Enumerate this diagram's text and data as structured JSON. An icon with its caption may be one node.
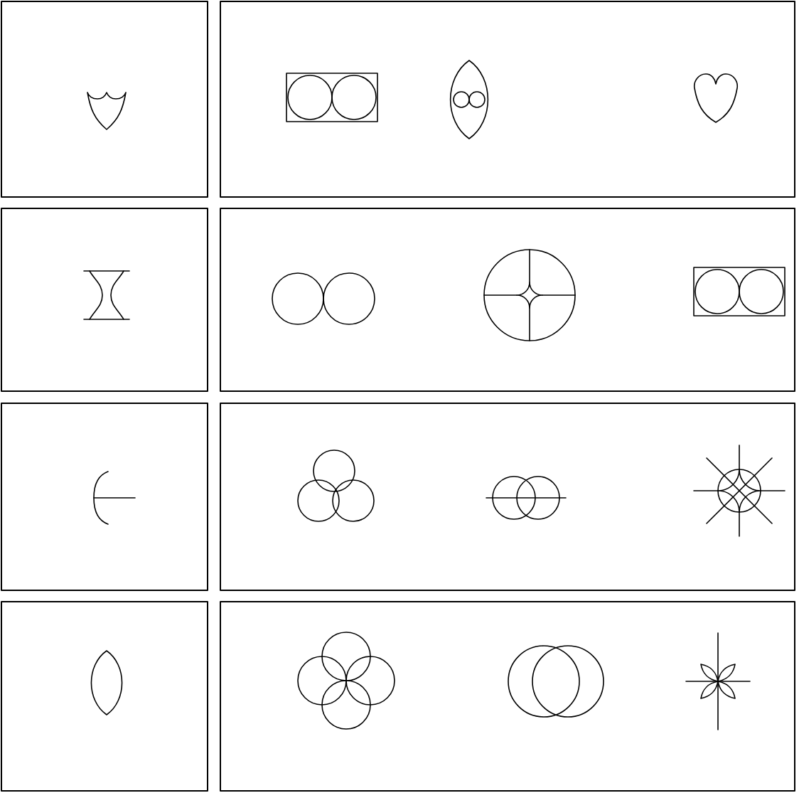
{
  "diagram": {
    "nodes": [
      {
        "text": [],
        "shape": "box"
      },
      {
        "text": [],
        "shape": "shield",
        "in": 0
      },
      {
        "text": [],
        "shape": "box"
      },
      {
        "text": [],
        "shape": "boxed-circles",
        "in": 2
      },
      {
        "text": [],
        "shape": "lens-circles",
        "in": 2
      },
      {
        "text": [],
        "shape": "heart",
        "in": 2
      },
      {
        "text": [],
        "shape": "box"
      },
      {
        "text": [],
        "shape": "hourglass",
        "in": 6
      },
      {
        "text": [],
        "shape": "box"
      },
      {
        "text": [],
        "shape": "two-circles",
        "in": 8
      },
      {
        "text": [],
        "shape": "circle-star",
        "in": 8
      },
      {
        "text": [],
        "shape": "boxed-circles",
        "in": 8
      },
      {
        "text": [],
        "shape": "box"
      },
      {
        "text": [],
        "shape": "arc",
        "in": 12
      },
      {
        "text": [],
        "shape": "box"
      },
      {
        "text": [],
        "shape": "three-circles",
        "in": 14
      },
      {
        "text": [],
        "shape": "crossed-circles",
        "in": 14
      },
      {
        "text": [],
        "shape": "star-circle",
        "in": 14
      },
      {
        "text": [],
        "shape": "box"
      },
      {
        "text": [],
        "shape": "lens",
        "in": 18
      },
      {
        "text": [],
        "shape": "box"
      },
      {
        "text": [],
        "shape": "four-circles",
        "in": 20
      },
      {
        "text": [],
        "shape": "overlapping-circles",
        "in": 20
      },
      {
        "text": [],
        "shape": "flower",
        "in": 20
      }
    ]
  }
}
